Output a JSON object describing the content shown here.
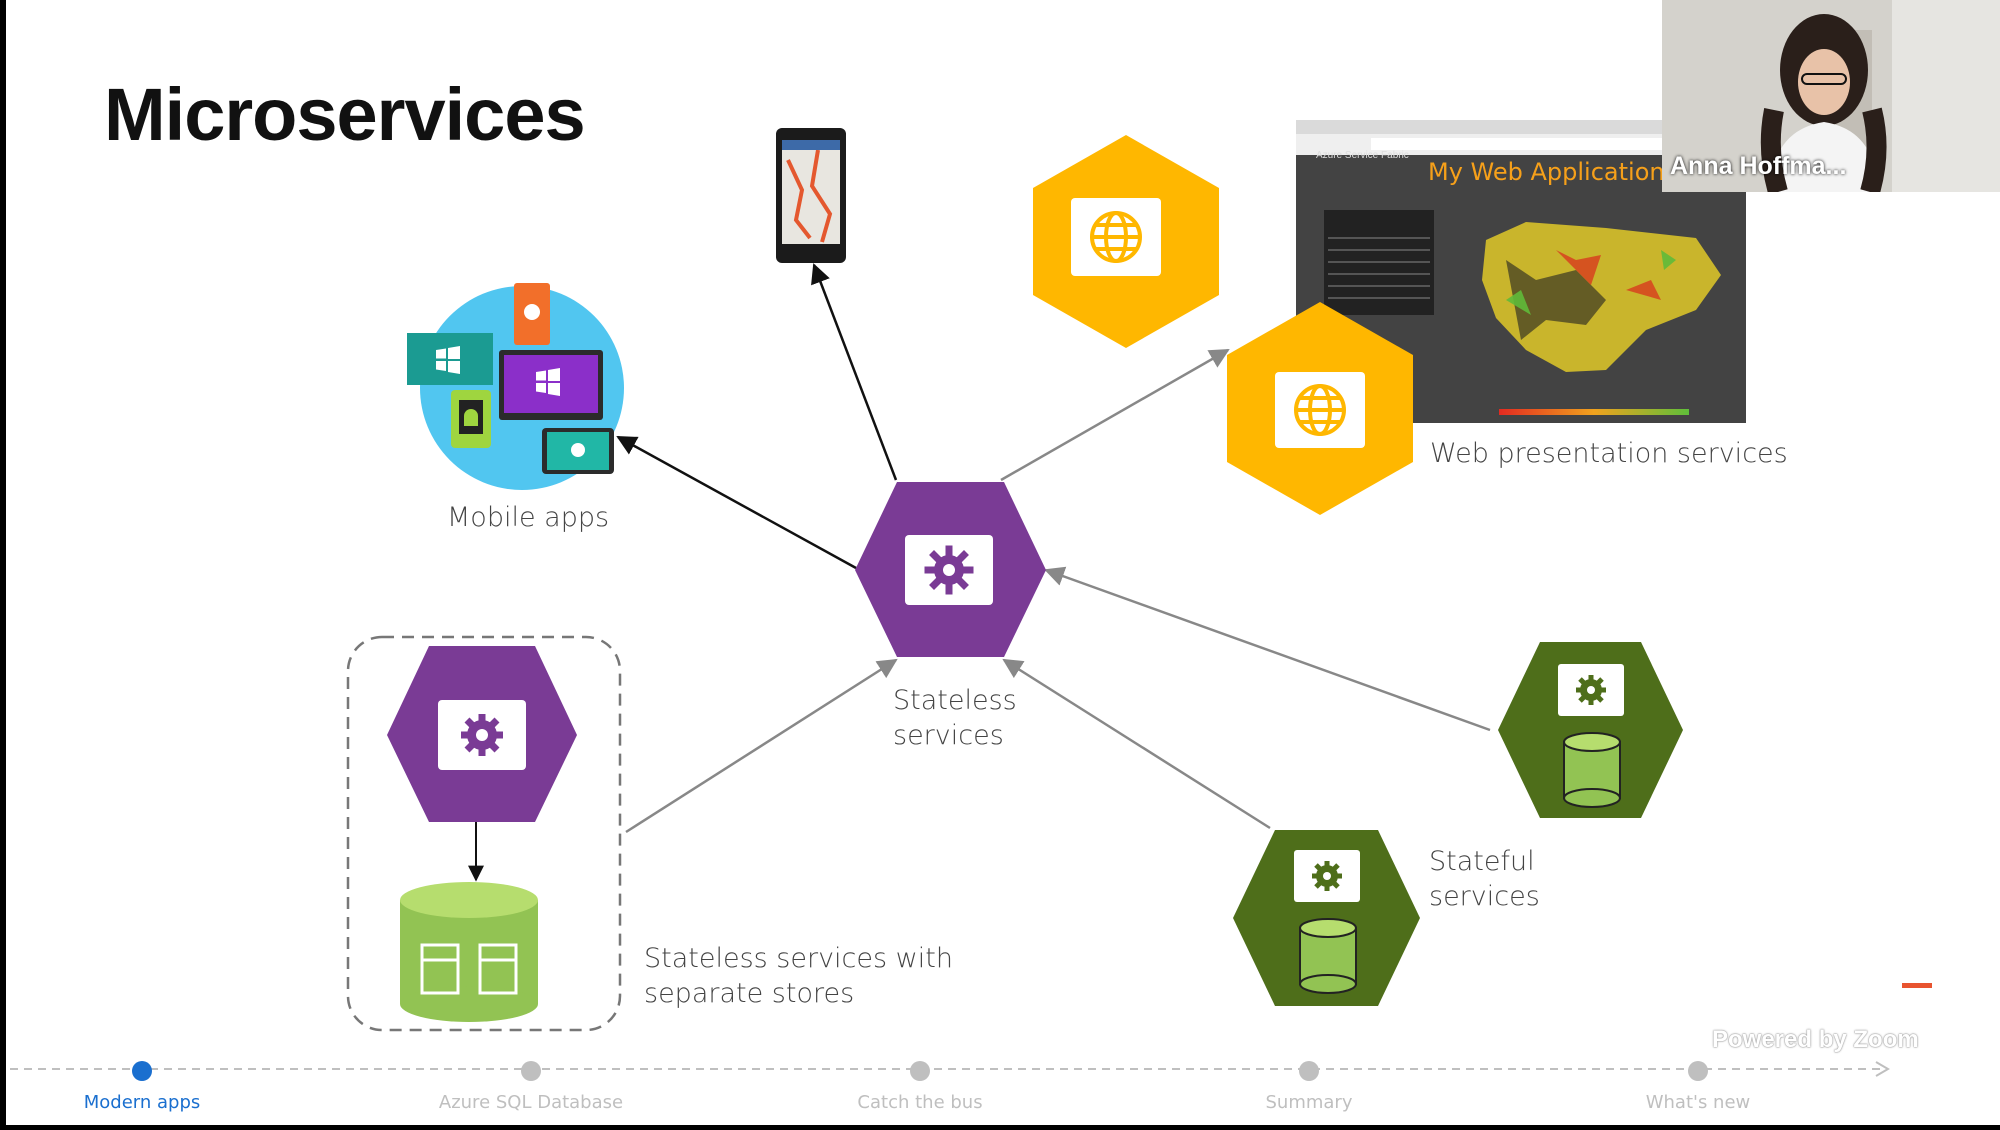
{
  "slide": {
    "title": "Microservices",
    "labels": {
      "mobile_apps": "Mobile apps",
      "web_presentation": "Web presentation services",
      "stateless": "Stateless\nservices",
      "stateful": "Stateful\nservices",
      "stateless_separate": "Stateless services with\nseparate stores"
    },
    "web_app": {
      "title": "My Web Application",
      "subtitle": "Azure Service Fabric"
    }
  },
  "nav": {
    "items": [
      {
        "label": "Modern apps",
        "active": true
      },
      {
        "label": "Azure SQL Database",
        "active": false
      },
      {
        "label": "Catch the bus",
        "active": false
      },
      {
        "label": "Summary",
        "active": false
      },
      {
        "label": "What's new",
        "active": false
      }
    ]
  },
  "zoom": {
    "participant_name": "Anna Hoffma...",
    "watermark": "Powered by Zoom"
  },
  "colors": {
    "stateless_purple": "#7a3b95",
    "web_orange": "#ffb700",
    "stateful_green": "#4e6e1a",
    "store_green": "#92c353",
    "nav_active": "#1a6fcf",
    "nav_inactive": "#bfbfbf"
  },
  "icons": [
    "gear-icon",
    "globe-icon",
    "database-icon",
    "windows-icon",
    "apple-icon",
    "android-icon",
    "phone-icon",
    "map-icon"
  ]
}
